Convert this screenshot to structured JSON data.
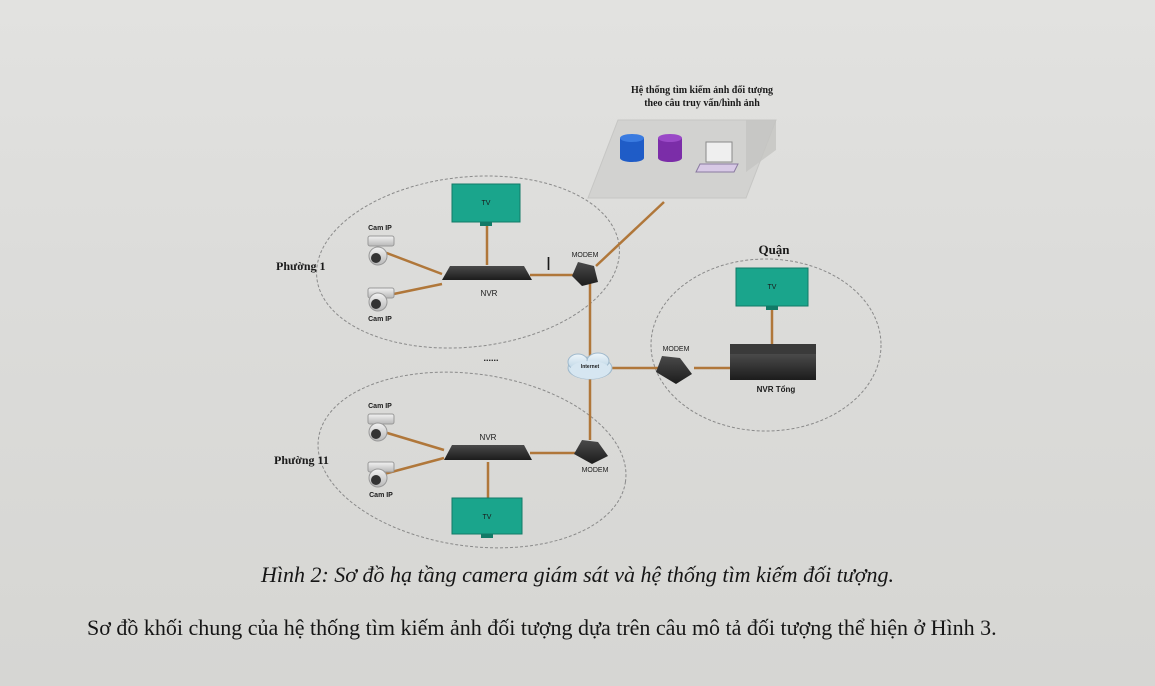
{
  "search_system": {
    "title_line1": "Hệ thống tìm kiếm ảnh đối tượng",
    "title_line2": "theo câu truy vấn/hình ảnh"
  },
  "ward1": {
    "name": "Phường 1",
    "cam_top": "Cam IP",
    "cam_bottom": "Cam IP",
    "tv": "TV",
    "nvr": "NVR",
    "modem": "MODEM"
  },
  "separator": "......",
  "internet": "Internet",
  "district": {
    "name": "Quận",
    "tv": "TV",
    "modem": "MODEM",
    "nvr": "NVR Tổng"
  },
  "ward11": {
    "name": "Phường 11",
    "cam_top": "Cam IP",
    "cam_bottom": "Cam IP",
    "nvr": "NVR",
    "modem": "MODEM",
    "tv": "TV"
  },
  "caption": "Hình 2: Sơ đồ hạ tầng camera giám sát và hệ thống tìm kiếm đối tượng.",
  "paragraph": "Sơ đồ khối chung của hệ thống tìm kiếm ảnh đối tượng dựa trên câu mô tả đối tượng thể hiện ở Hình 3.",
  "colors": {
    "tv": "#1aa58c",
    "link": "#b0773a",
    "db_blue": "#1f5cc7",
    "db_purple": "#7b2da8",
    "device": "#2b2b2b"
  }
}
